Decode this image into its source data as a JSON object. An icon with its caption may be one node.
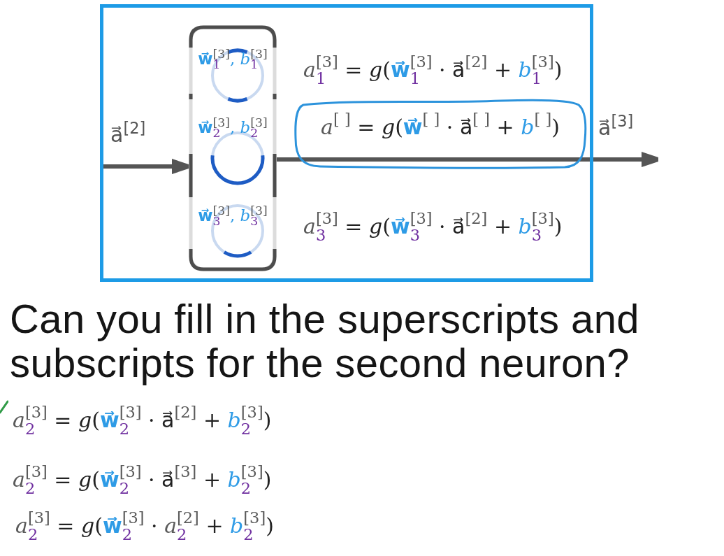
{
  "diagram": {
    "nodes": [
      {
        "text": [],
        "shape": "box"
      },
      {
        "text": [],
        "shape": "box",
        "in": 0
      },
      {
        "text": [
          "**w⃗**$_{1}$$^{[3]}$, *b*$_{1}$$^{[3]}$"
        ],
        "in": 1
      },
      {
        "text": [
          "**w⃗**$_{2}$$^{[3]}$, *b*$_{2}$$^{[3]}$"
        ],
        "in": 1
      },
      {
        "text": [
          "*a*$^{[ ]}$ = *g*(**w⃗**$^{[ ]}$ · a⃗$^{[ ]}$ + *b*$^{[ ]}$)"
        ],
        "in": 0
      },
      {
        "text": [
          "**w⃗**$_{3}$$^{[3]}$, *b*$_{3}$$^{[3]}$"
        ],
        "in": 1
      }
    ],
    "edges": [
      {
        "from": null,
        "to": 1,
        "arrow": "to",
        "label": "a⃗$^{[2]}$"
      },
      {
        "from": 1,
        "to": null,
        "arrow": "to",
        "label": "a⃗$^{[3]}$"
      }
    ],
    "labels": [
      "*a*$_{1}$$^{[3]}$ = *g*(**w⃗**$_{1}$$^{[3]}$ · a⃗$^{[2]}$ + *b*$_{1}$$^{[3]}$)",
      "*a*$_{3}$$^{[3]}$ = *g*(**w⃗**$_{3}$$^{[3]}$ · a⃗$^{[2]}$ + *b*$_{3}$$^{[3]}$)",
      "Can you fill in the superscripts and subscripts for the second neuron?",
      "*a*$_{2}$$^{[3]}$ = *g*(**w⃗**$_{2}$$^{[3]}$ · a⃗$^{[2]}$ + *b*$_{2}$$^{[3]}$)",
      "*a*$_{2}$$^{[3]}$ = *g*(**w⃗**$_{2}$$^{[3]}$ · a⃗$^{[3]}$ + *b*$_{2}$$^{[3]}$)",
      "*a*$_{2}$$^{[3]}$ = *g*(**w⃗**$_{2}$$^{[3]}$ · *a*$_{2}$$^{[2]}$ + *b*$_{2}$$^{[3]}$)"
    ]
  }
}
